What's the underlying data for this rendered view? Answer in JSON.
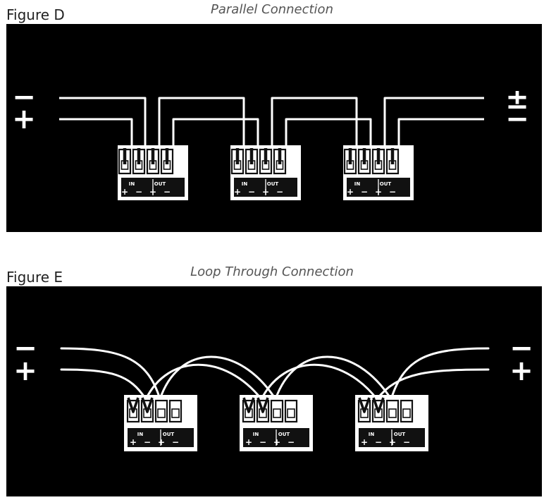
{
  "colors": {
    "background": "#000000",
    "wire": "#ffffff",
    "page": "#ffffff",
    "label_text": "#222222",
    "caption_text": "#555555"
  },
  "figures": [
    {
      "id": "figure-d",
      "label": "Figure D",
      "caption": "Parallel Connection",
      "left_polarity": [
        "−",
        "+"
      ],
      "right_polarity": [
        "±",
        "−"
      ],
      "terminal_groups": [
        {
          "name": "IN",
          "signs": [
            "+",
            "−"
          ]
        },
        {
          "name": "OUT",
          "signs": [
            "+",
            "−"
          ]
        }
      ]
    },
    {
      "id": "figure-e",
      "label": "Figure E",
      "caption": "Loop Through Connection",
      "left_polarity": [
        "−",
        "+"
      ],
      "right_polarity": [
        "−",
        "+"
      ],
      "terminal_groups": [
        {
          "name": "IN",
          "signs": [
            "+",
            "−"
          ]
        },
        {
          "name": "OUT",
          "signs": [
            "+",
            "−"
          ]
        }
      ]
    }
  ]
}
